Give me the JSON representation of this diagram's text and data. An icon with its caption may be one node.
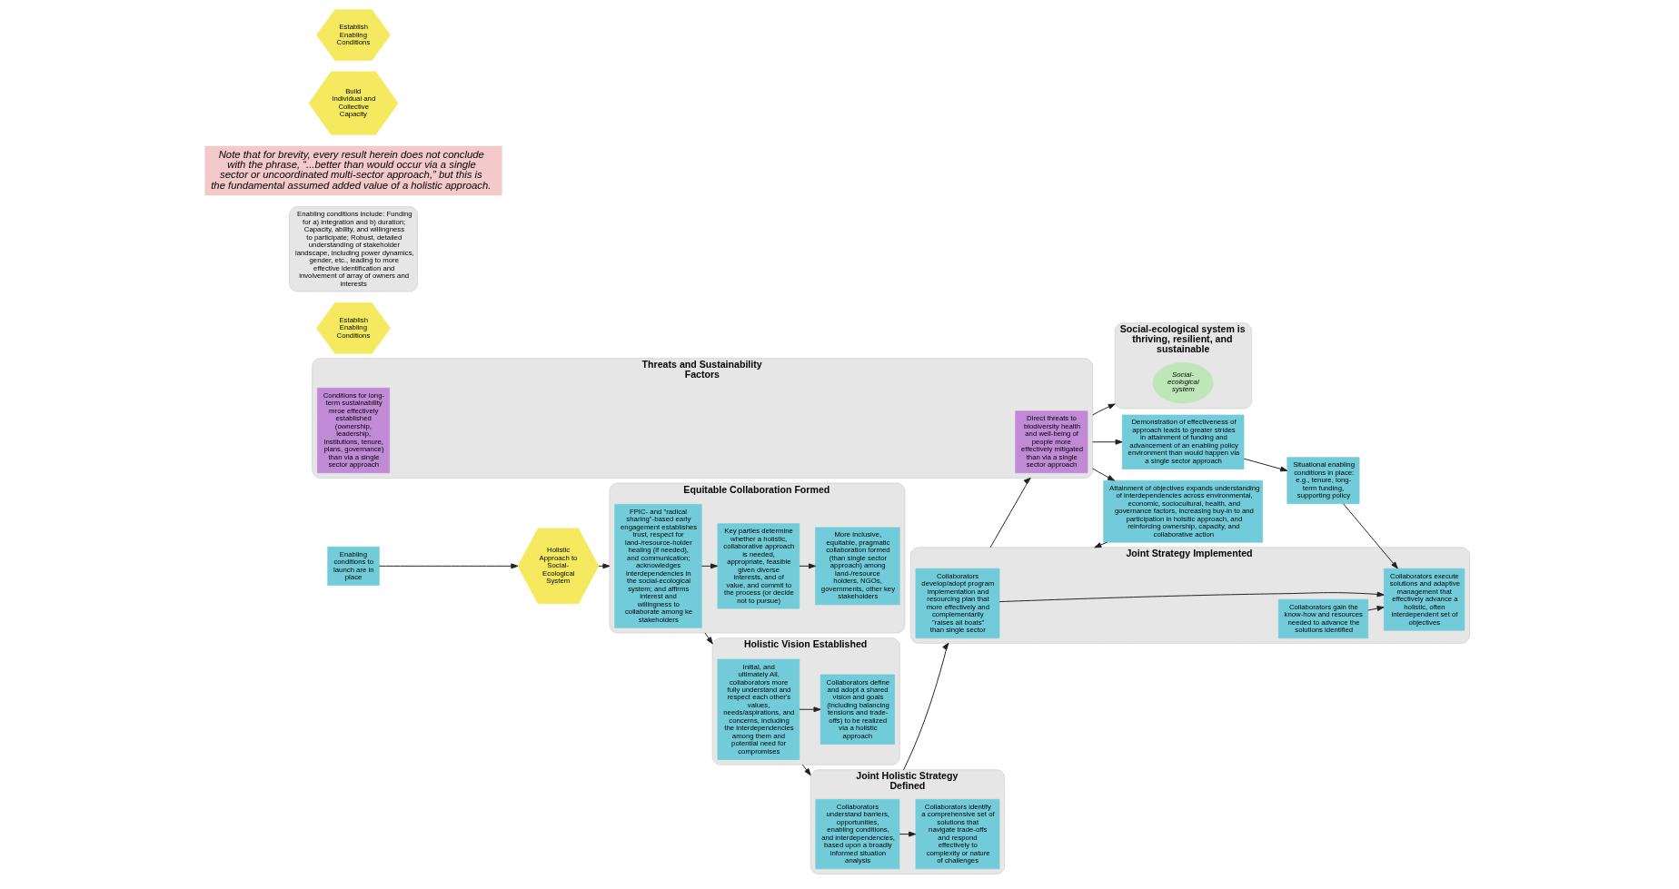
{
  "diagram": {
    "nodes": [
      {
        "text": [
          "Holistic Approach to Social-Ecological System"
        ]
      },
      {
        "text": [
          "Establish Enabling Conditions"
        ]
      },
      {
        "text": [
          "Enabling conditions to launch are in place"
        ]
      },
      {
        "text": [
          "Enabling conditions include: Funding for a) integration and b) duration; Capacity, ability, and willingness to participate; Robust, detailed understanding of stakeholder landscape, including power dynamics, gender, etc., leading to more effective identification and involvement of array of owners and interests"
        ]
      },
      {
        "text": [
          "Equitable Collaboration Formed"
        ]
      },
      {
        "text": [
          "FPIC- and \"radical sharing\"-based early engagement establishes trust, respect for land-/resource-holder healing (if needed), and communication; acknowledges interdependencies in the social-ecological system; and affirms interest and willingness to collaborate among ke stakeholders"
        ],
        "in": 4
      },
      {
        "text": [
          "Key parties determine whether a holistic, collaborative approach is needed, appropriate, feasible given diverse interests, and of value, and commit to the process (or decide not to pursue)"
        ],
        "in": 4
      },
      {
        "text": [
          "More inclusive, equitable, pragmatic collaboration formed (than single sector approach) among land-/resource holders, NGOs, governments, other key stakeholders"
        ],
        "in": 4
      },
      {
        "text": [
          "Holistic Vision Established"
        ]
      },
      {
        "text": [
          "Initial, and ultimately All, collaborators more fully understand and respect each other's values, needs/aspirations, and concerns, including the interdependencies among them and potential need for compromises"
        ],
        "in": 8
      },
      {
        "text": [
          "Collaborators define and adopt a shared vision and goals (including balancing tensions and trade-offs) to be realized via a holistic approach"
        ],
        "in": 8
      },
      {
        "text": [
          "Joint Holistic Strategy Defined"
        ]
      },
      {
        "text": [
          "Collaborators understand barriers, opportunities, enabling conditions, and interdependencies, based upon a broadly informed situation analysis"
        ],
        "in": 11
      },
      {
        "text": [
          "Collaborators identify a comprehensive set of solutions that navigate trade-offs and respond effectively to complexity or nature of challenges"
        ],
        "in": 11
      },
      {
        "text": [
          "Note that for brevity, every result herein does not conclude with the phrase, “...better than would occur via a single sector or uncoordinated multi-sector approach,” but this is the fundamental assumed added value of a holistic approach."
        ]
      },
      {
        "text": [
          "Attainment of objectives expands understanding of interdependencies across environmental, economic, sociocultural, health, and governance factors, increasing buy-in to and participation in holsitic approach, and reinforcing ownership, capacity, and collaborative action"
        ]
      },
      {
        "text": [
          "Joint Strategy Implemented"
        ]
      },
      {
        "text": [
          "Collaborators develop/adopt program implementation and resourcing plan that more effectively and complementarily \"raises all boats\" than single sector"
        ],
        "in": 16
      },
      {
        "text": [
          "Collaborators gain the know-how and resources needed to advance the solutions identified"
        ],
        "in": 16
      },
      {
        "text": [
          "Collaborators execute solutions and adaptive management that effectively advance a holistic, often interdependent set of objectives"
        ],
        "in": 16
      },
      {
        "text": [
          "Build Individual and Collective Capacity"
        ]
      },
      {
        "text": [
          "Threats and Sustainability Factors"
        ]
      },
      {
        "text": [
          "Direct threats to biodiversity health and well-being of people more effectively mitigated than via a single sector approach"
        ],
        "in": 21
      },
      {
        "text": [
          "Conditions for long-term sustainability mroe effectively established (ownership, leadership, institutions, tenure, plans, governance) than via a single sector approach"
        ],
        "in": 21
      },
      {
        "text": [
          "Social-ecological system is thriving, resilient, and sustainable"
        ]
      },
      {
        "text": [
          "Social-ecological system"
        ],
        "in": 24
      },
      {
        "text": [
          "Demonstration of effectiveness of approach leads to greater strides in attainment of funding and advancement of an enabling policy environment than would happen via a single sector approach"
        ]
      },
      {
        "text": [
          "Situational enabling conditions in place: e.g., tenure, long-term funding, supporting policy"
        ]
      },
      {
        "text": [
          "Establish Enabling Conditions"
        ]
      }
    ],
    "edges": [
      {
        "from": 2,
        "to": 0,
        "arrow": "to"
      },
      {
        "from": 0,
        "to": 4,
        "arrow": "to"
      },
      {
        "from": 5,
        "to": 6,
        "arrow": "to"
      },
      {
        "from": 6,
        "to": 7,
        "arrow": "to"
      },
      {
        "from": 4,
        "to": 8,
        "arrow": "to"
      },
      {
        "from": 9,
        "to": 10,
        "arrow": "to"
      },
      {
        "from": 8,
        "to": 11,
        "arrow": "to"
      },
      {
        "from": 12,
        "to": 13,
        "arrow": "to"
      },
      {
        "from": 11,
        "to": 16,
        "arrow": "to"
      },
      {
        "from": 17,
        "to": 19,
        "arrow": "to"
      },
      {
        "from": 18,
        "to": 19,
        "arrow": "to"
      },
      {
        "from": 16,
        "to": 21,
        "arrow": "to"
      },
      {
        "from": 21,
        "to": 24,
        "arrow": "to"
      },
      {
        "from": 21,
        "to": 15,
        "arrow": "to"
      },
      {
        "from": 15,
        "to": 16,
        "arrow": "to"
      },
      {
        "from": 21,
        "to": 26,
        "arrow": "to"
      },
      {
        "from": 26,
        "to": 27,
        "arrow": "to"
      },
      {
        "from": 27,
        "to": 19,
        "arrow": "to"
      }
    ]
  }
}
